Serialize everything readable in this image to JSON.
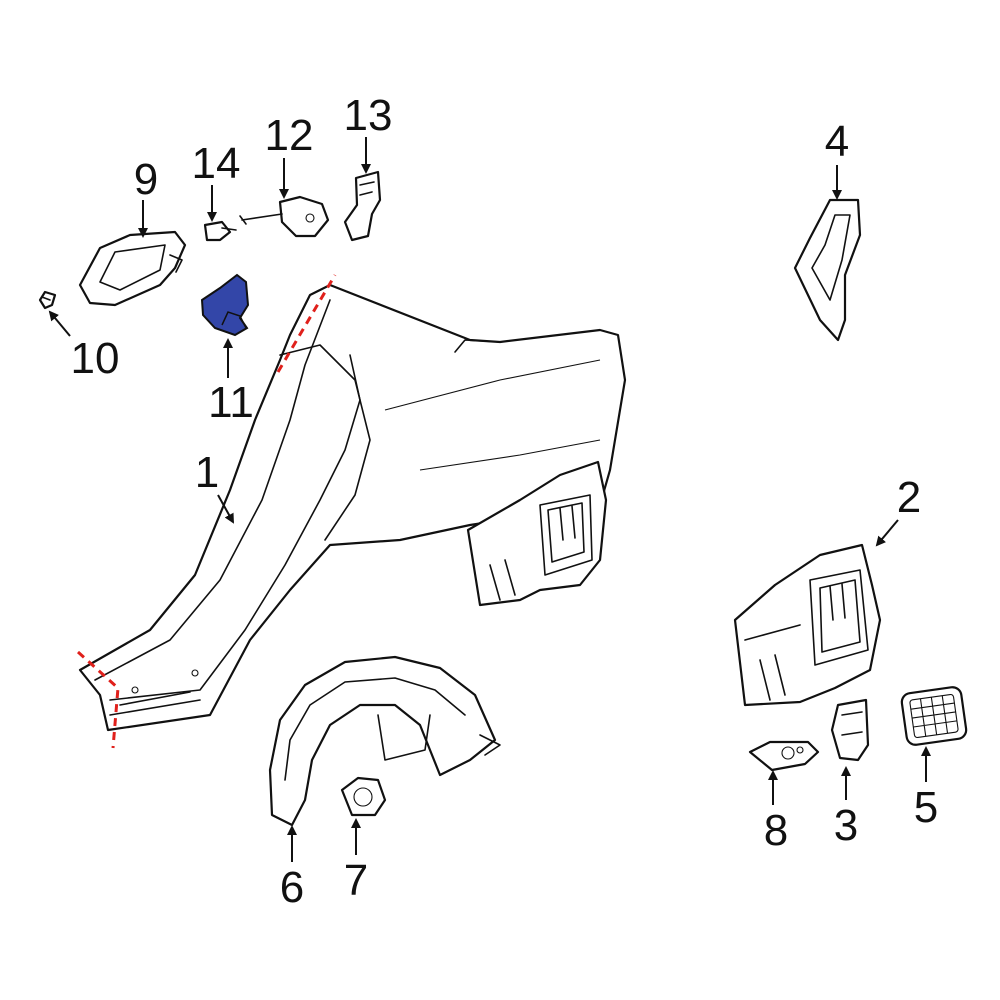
{
  "callouts": [
    "1",
    "2",
    "3",
    "4",
    "5",
    "6",
    "7",
    "8",
    "9",
    "10",
    "11",
    "12",
    "13",
    "14"
  ],
  "colors": {
    "highlight": "#3346a8",
    "cut_line": "#e0201b",
    "outline": "#111111"
  }
}
